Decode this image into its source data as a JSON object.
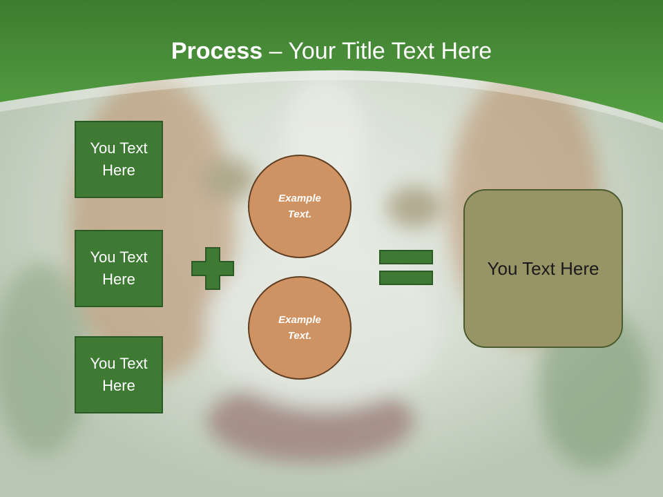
{
  "slide": {
    "title_bold": "Process",
    "title_rest": " – Your Title Text Here"
  },
  "left_boxes": [
    {
      "label": "You Text Here"
    },
    {
      "label": "You Text Here"
    },
    {
      "label": "You Text Here"
    }
  ],
  "circles": [
    {
      "label": "Example Text."
    },
    {
      "label": "Example Text."
    }
  ],
  "operators": {
    "plus_icon": "plus-icon",
    "equals_icon": "equals-icon"
  },
  "result_box": {
    "label": "You Text Here"
  },
  "colors": {
    "header_green": "#4a8f3c",
    "box_green": "#3f7a34",
    "circle_orange": "#cf9262",
    "result_olive": "#979466"
  }
}
